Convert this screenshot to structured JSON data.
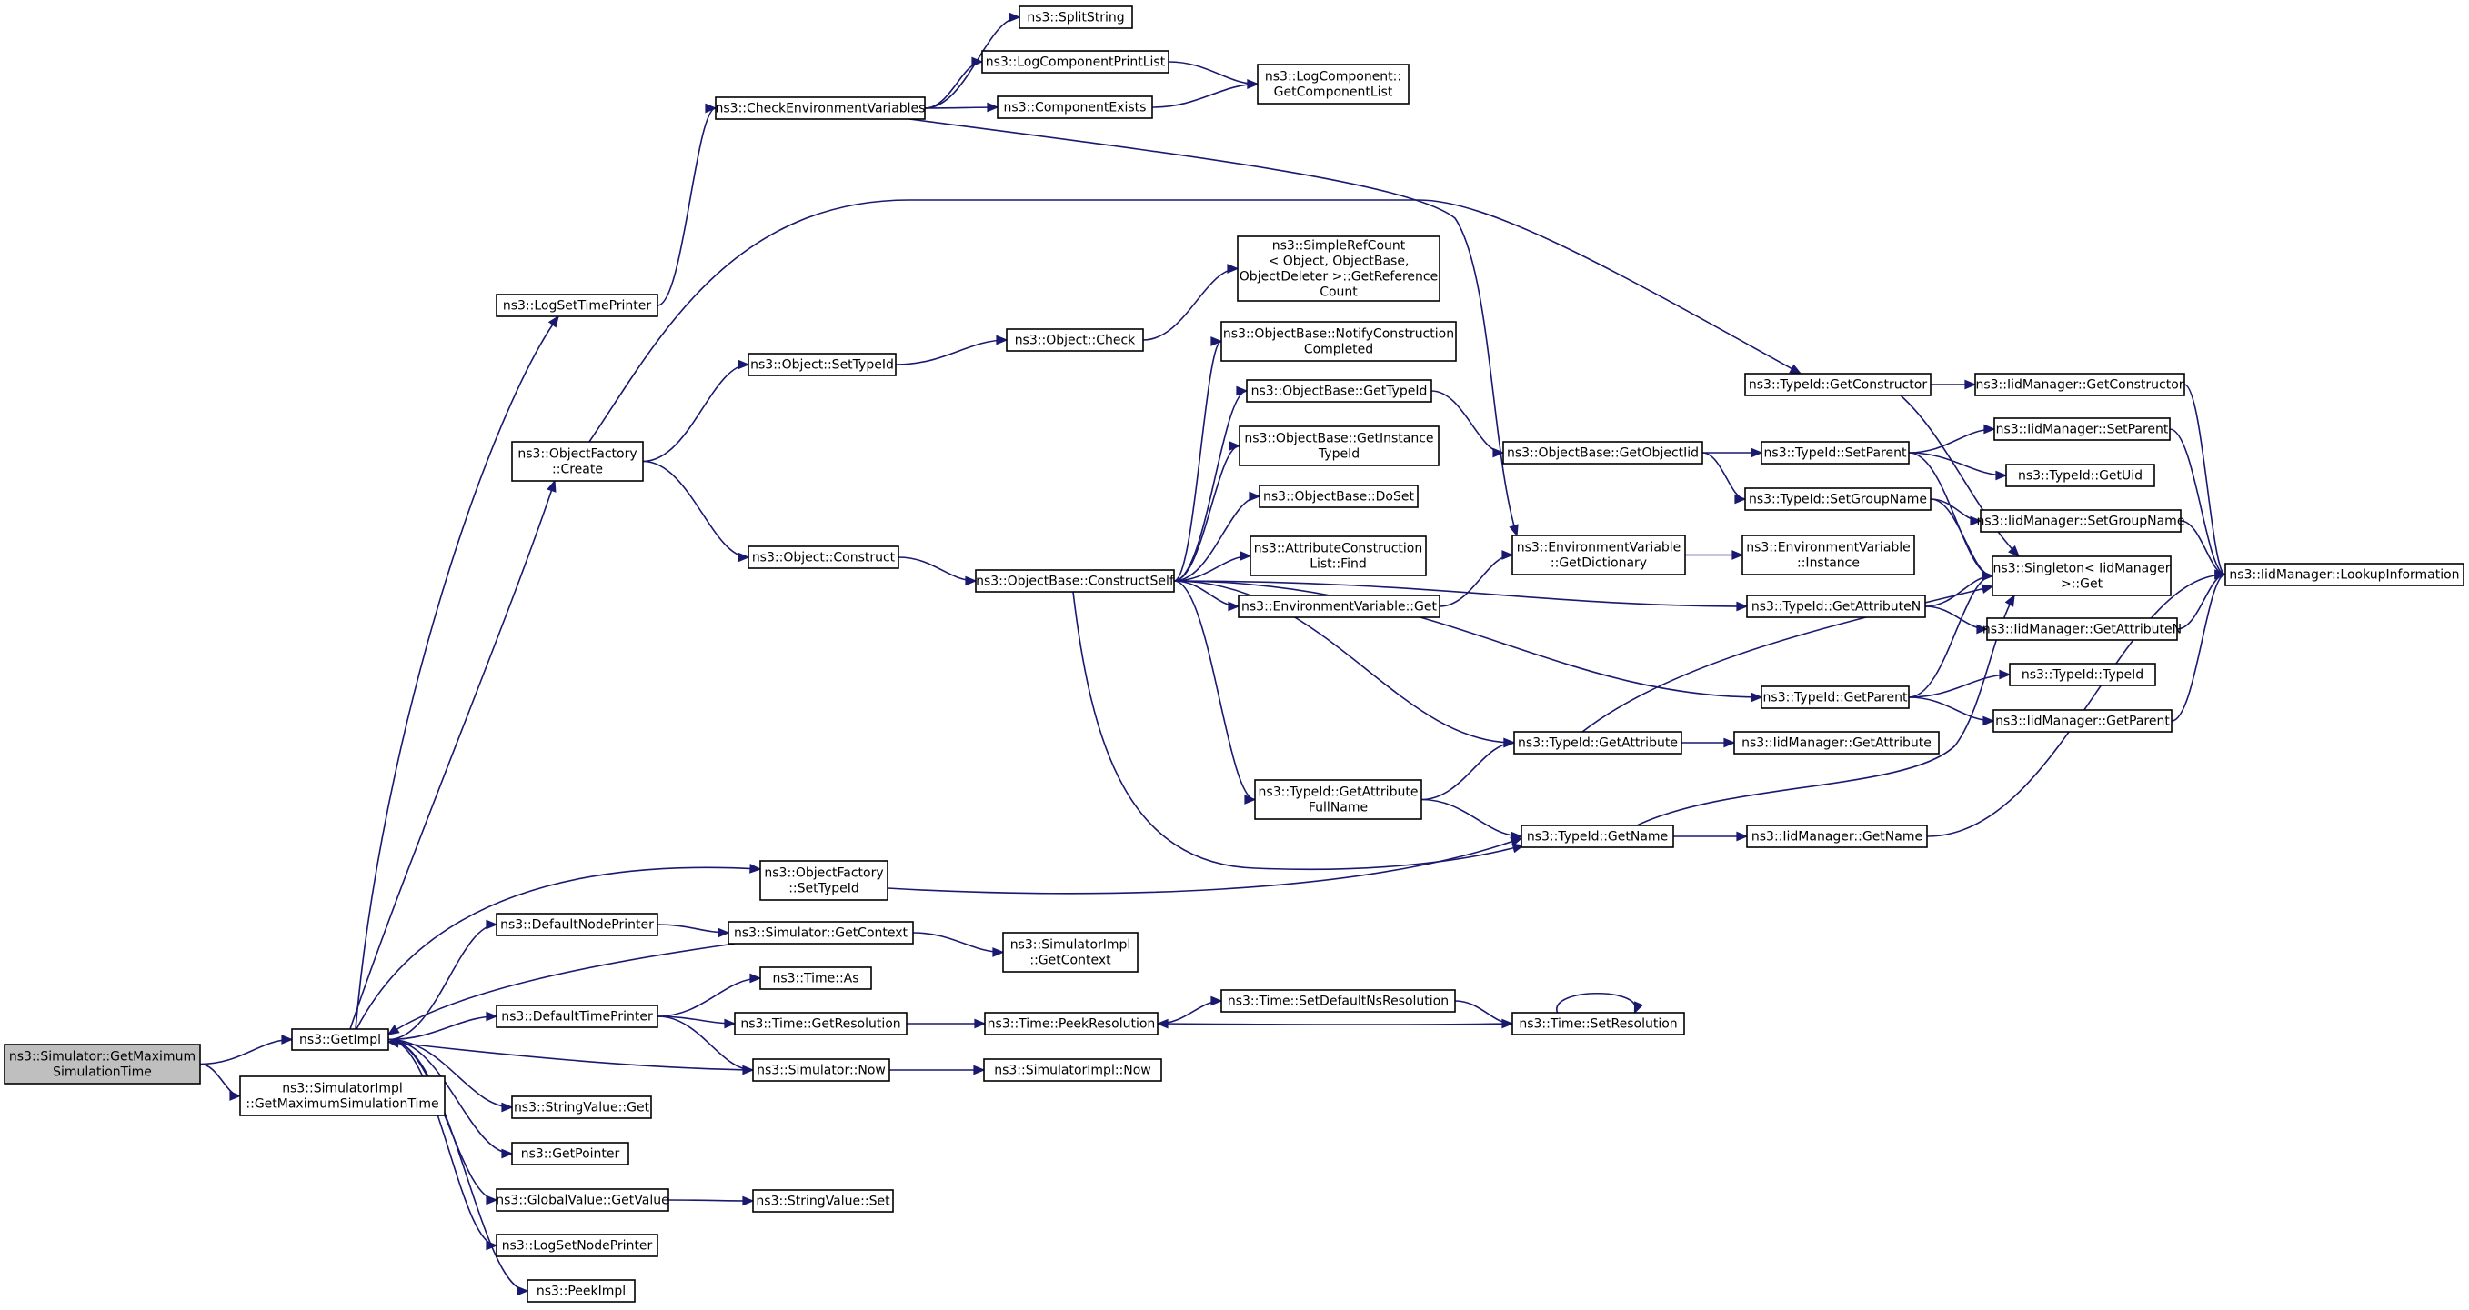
{
  "diagram": {
    "nodes": [
      {
        "id": "root",
        "lines": [
          "ns3::Simulator::GetMaximum",
          "SimulationTime"
        ],
        "root": true
      },
      {
        "id": "GetImpl",
        "lines": [
          "ns3::GetImpl"
        ]
      },
      {
        "id": "SimImplGetMax",
        "lines": [
          "ns3::SimulatorImpl",
          "::GetMaximumSimulationTime"
        ]
      },
      {
        "id": "LogSetTimePrinter",
        "lines": [
          "ns3::LogSetTimePrinter"
        ]
      },
      {
        "id": "ObjectFactoryCreate",
        "lines": [
          "ns3::ObjectFactory",
          "::Create"
        ]
      },
      {
        "id": "DefaultNodePrinter",
        "lines": [
          "ns3::DefaultNodePrinter"
        ]
      },
      {
        "id": "DefaultTimePrinter",
        "lines": [
          "ns3::DefaultTimePrinter"
        ]
      },
      {
        "id": "StringValueGet",
        "lines": [
          "ns3::StringValue::Get"
        ]
      },
      {
        "id": "GetPointer",
        "lines": [
          "ns3::GetPointer"
        ]
      },
      {
        "id": "GlobalValueGetValue",
        "lines": [
          "ns3::GlobalValue::GetValue"
        ]
      },
      {
        "id": "LogSetNodePrinter",
        "lines": [
          "ns3::LogSetNodePrinter"
        ]
      },
      {
        "id": "PeekImpl",
        "lines": [
          "ns3::PeekImpl"
        ]
      },
      {
        "id": "CheckEnv",
        "lines": [
          "ns3::CheckEnvironmentVariables"
        ]
      },
      {
        "id": "ObjectSetTypeId",
        "lines": [
          "ns3::Object::SetTypeId"
        ]
      },
      {
        "id": "ObjectConstruct",
        "lines": [
          "ns3::Object::Construct"
        ]
      },
      {
        "id": "ObjectFactorySetTypeId",
        "lines": [
          "ns3::ObjectFactory",
          "::SetTypeId"
        ]
      },
      {
        "id": "SimulatorGetContext",
        "lines": [
          "ns3::Simulator::GetContext"
        ]
      },
      {
        "id": "TimeAs",
        "lines": [
          "ns3::Time::As"
        ]
      },
      {
        "id": "TimeGetResolution",
        "lines": [
          "ns3::Time::GetResolution"
        ]
      },
      {
        "id": "SimulatorNow",
        "lines": [
          "ns3::Simulator::Now"
        ]
      },
      {
        "id": "StringValueSet",
        "lines": [
          "ns3::StringValue::Set"
        ]
      },
      {
        "id": "SplitString",
        "lines": [
          "ns3::SplitString"
        ]
      },
      {
        "id": "LogComponentPrintList",
        "lines": [
          "ns3::LogComponentPrintList"
        ]
      },
      {
        "id": "ComponentExists",
        "lines": [
          "ns3::ComponentExists"
        ]
      },
      {
        "id": "LogComponentGetList",
        "lines": [
          "ns3::LogComponent::",
          "GetComponentList"
        ]
      },
      {
        "id": "ObjectCheck",
        "lines": [
          "ns3::Object::Check"
        ]
      },
      {
        "id": "ConstructSelf",
        "lines": [
          "ns3::ObjectBase::ConstructSelf"
        ]
      },
      {
        "id": "SimpleRefCount",
        "lines": [
          "ns3::SimpleRefCount",
          "< Object, ObjectBase,",
          "ObjectDeleter >::GetReference",
          "Count"
        ]
      },
      {
        "id": "NotifyConstruction",
        "lines": [
          "ns3::ObjectBase::NotifyConstruction",
          "Completed"
        ]
      },
      {
        "id": "ObjectBaseGetTypeId",
        "lines": [
          "ns3::ObjectBase::GetTypeId"
        ]
      },
      {
        "id": "ObjectBaseGetInstanceTypeId",
        "lines": [
          "ns3::ObjectBase::GetInstance",
          "TypeId"
        ]
      },
      {
        "id": "ObjectBaseDoSet",
        "lines": [
          "ns3::ObjectBase::DoSet"
        ]
      },
      {
        "id": "AttrConstructionFind",
        "lines": [
          "ns3::AttributeConstruction",
          "List::Find"
        ]
      },
      {
        "id": "EnvVarGet",
        "lines": [
          "ns3::EnvironmentVariable::Get"
        ]
      },
      {
        "id": "TypeIdGetAttributeFullName",
        "lines": [
          "ns3::TypeId::GetAttribute",
          "FullName"
        ]
      },
      {
        "id": "SimulatorImplGetContext",
        "lines": [
          "ns3::SimulatorImpl",
          "::GetContext"
        ]
      },
      {
        "id": "TimePeekResolution",
        "lines": [
          "ns3::Time::PeekResolution"
        ]
      },
      {
        "id": "SimulatorImplNow",
        "lines": [
          "ns3::SimulatorImpl::Now"
        ]
      },
      {
        "id": "TimeSetDefaultNsResolution",
        "lines": [
          "ns3::Time::SetDefaultNsResolution"
        ]
      },
      {
        "id": "ObjectBaseGetObjectIid",
        "lines": [
          "ns3::ObjectBase::GetObjectIid"
        ]
      },
      {
        "id": "EnvVarGetDictionary",
        "lines": [
          "ns3::EnvironmentVariable",
          "::GetDictionary"
        ]
      },
      {
        "id": "TypeIdGetAttribute",
        "lines": [
          "ns3::TypeId::GetAttribute"
        ]
      },
      {
        "id": "TypeIdGetName",
        "lines": [
          "ns3::TypeId::GetName"
        ]
      },
      {
        "id": "TimeSetResolution",
        "lines": [
          "ns3::Time::SetResolution"
        ]
      },
      {
        "id": "TypeIdGetConstructor",
        "lines": [
          "ns3::TypeId::GetConstructor"
        ]
      },
      {
        "id": "TypeIdSetParent",
        "lines": [
          "ns3::TypeId::SetParent"
        ]
      },
      {
        "id": "TypeIdSetGroupName",
        "lines": [
          "ns3::TypeId::SetGroupName"
        ]
      },
      {
        "id": "EnvVarInstance",
        "lines": [
          "ns3::EnvironmentVariable",
          "::Instance"
        ]
      },
      {
        "id": "TypeIdGetAttributeN",
        "lines": [
          "ns3::TypeId::GetAttributeN"
        ]
      },
      {
        "id": "TypeIdGetParent",
        "lines": [
          "ns3::TypeId::GetParent"
        ]
      },
      {
        "id": "IidGetAttribute",
        "lines": [
          "ns3::IidManager::GetAttribute"
        ]
      },
      {
        "id": "IidGetName",
        "lines": [
          "ns3::IidManager::GetName"
        ]
      },
      {
        "id": "IidGetConstructor",
        "lines": [
          "ns3::IidManager::GetConstructor"
        ]
      },
      {
        "id": "IidSetParent",
        "lines": [
          "ns3::IidManager::SetParent"
        ]
      },
      {
        "id": "TypeIdGetUid",
        "lines": [
          "ns3::TypeId::GetUid"
        ]
      },
      {
        "id": "IidSetGroupName",
        "lines": [
          "ns3::IidManager::SetGroupName"
        ]
      },
      {
        "id": "SingletonGet",
        "lines": [
          "ns3::Singleton< IidManager",
          ">::Get"
        ]
      },
      {
        "id": "IidGetAttributeN",
        "lines": [
          "ns3::IidManager::GetAttributeN"
        ]
      },
      {
        "id": "TypeIdTypeId",
        "lines": [
          "ns3::TypeId::TypeId"
        ]
      },
      {
        "id": "IidGetParent",
        "lines": [
          "ns3::IidManager::GetParent"
        ]
      },
      {
        "id": "IidLookupInformation",
        "lines": [
          "ns3::IidManager::LookupInformation"
        ]
      }
    ],
    "edges": [
      [
        "root",
        "GetImpl"
      ],
      [
        "root",
        "SimImplGetMax"
      ],
      [
        "GetImpl",
        "LogSetTimePrinter"
      ],
      [
        "GetImpl",
        "ObjectFactoryCreate"
      ],
      [
        "GetImpl",
        "DefaultNodePrinter"
      ],
      [
        "GetImpl",
        "DefaultTimePrinter"
      ],
      [
        "GetImpl",
        "StringValueGet"
      ],
      [
        "GetImpl",
        "GetPointer"
      ],
      [
        "GetImpl",
        "GlobalValueGetValue"
      ],
      [
        "GetImpl",
        "LogSetNodePrinter"
      ],
      [
        "GetImpl",
        "PeekImpl"
      ],
      [
        "GetImpl",
        "ObjectFactorySetTypeId"
      ],
      [
        "LogSetTimePrinter",
        "CheckEnv"
      ],
      [
        "ObjectFactoryCreate",
        "ObjectSetTypeId"
      ],
      [
        "ObjectFactoryCreate",
        "ObjectConstruct"
      ],
      [
        "ObjectFactoryCreate",
        "TypeIdGetConstructor"
      ],
      [
        "DefaultNodePrinter",
        "SimulatorGetContext"
      ],
      [
        "DefaultTimePrinter",
        "TimeAs"
      ],
      [
        "DefaultTimePrinter",
        "TimeGetResolution"
      ],
      [
        "DefaultTimePrinter",
        "SimulatorNow"
      ],
      [
        "SimulatorGetContext",
        "GetImpl"
      ],
      [
        "SimulatorGetContext",
        "SimulatorImplGetContext"
      ],
      [
        "SimulatorNow",
        "GetImpl"
      ],
      [
        "SimulatorNow",
        "SimulatorImplNow"
      ],
      [
        "GlobalValueGetValue",
        "StringValueSet"
      ],
      [
        "ObjectFactorySetTypeId",
        "TypeIdGetName"
      ],
      [
        "CheckEnv",
        "SplitString"
      ],
      [
        "CheckEnv",
        "LogComponentPrintList"
      ],
      [
        "CheckEnv",
        "ComponentExists"
      ],
      [
        "CheckEnv",
        "EnvVarGetDictionary"
      ],
      [
        "LogComponentPrintList",
        "LogComponentGetList"
      ],
      [
        "ComponentExists",
        "LogComponentGetList"
      ],
      [
        "ObjectSetTypeId",
        "ObjectCheck"
      ],
      [
        "ObjectCheck",
        "SimpleRefCount"
      ],
      [
        "ObjectConstruct",
        "ConstructSelf"
      ],
      [
        "ConstructSelf",
        "NotifyConstruction"
      ],
      [
        "ConstructSelf",
        "ObjectBaseGetTypeId"
      ],
      [
        "ConstructSelf",
        "ObjectBaseGetInstanceTypeId"
      ],
      [
        "ConstructSelf",
        "ObjectBaseDoSet"
      ],
      [
        "ConstructSelf",
        "AttrConstructionFind"
      ],
      [
        "ConstructSelf",
        "EnvVarGet"
      ],
      [
        "ConstructSelf",
        "TypeIdGetAttributeN"
      ],
      [
        "ConstructSelf",
        "TypeIdGetParent"
      ],
      [
        "ConstructSelf",
        "TypeIdGetAttribute"
      ],
      [
        "ConstructSelf",
        "TypeIdGetAttributeFullName"
      ],
      [
        "ConstructSelf",
        "TypeIdGetName"
      ],
      [
        "ObjectBaseGetTypeId",
        "ObjectBaseGetObjectIid"
      ],
      [
        "ObjectBaseGetObjectIid",
        "TypeIdSetParent"
      ],
      [
        "ObjectBaseGetObjectIid",
        "TypeIdSetGroupName"
      ],
      [
        "EnvVarGet",
        "EnvVarGetDictionary"
      ],
      [
        "EnvVarGetDictionary",
        "EnvVarInstance"
      ],
      [
        "TypeIdGetAttributeFullName",
        "TypeIdGetAttribute"
      ],
      [
        "TypeIdGetAttributeFullName",
        "TypeIdGetName"
      ],
      [
        "TypeIdGetAttribute",
        "IidGetAttribute"
      ],
      [
        "TypeIdGetAttribute",
        "SingletonGet"
      ],
      [
        "TypeIdGetName",
        "IidGetName"
      ],
      [
        "TypeIdGetName",
        "SingletonGet"
      ],
      [
        "TimeGetResolution",
        "TimePeekResolution"
      ],
      [
        "TimePeekResolution",
        "TimeSetDefaultNsResolution"
      ],
      [
        "TimeSetDefaultNsResolution",
        "TimeSetResolution"
      ],
      [
        "TimeSetResolution",
        "TimePeekResolution"
      ],
      [
        "TimeSetResolution",
        "TimeSetResolution"
      ],
      [
        "TypeIdGetConstructor",
        "IidGetConstructor"
      ],
      [
        "TypeIdGetConstructor",
        "SingletonGet"
      ],
      [
        "TypeIdSetParent",
        "IidSetParent"
      ],
      [
        "TypeIdSetParent",
        "TypeIdGetUid"
      ],
      [
        "TypeIdSetParent",
        "SingletonGet"
      ],
      [
        "TypeIdSetGroupName",
        "IidSetGroupName"
      ],
      [
        "TypeIdSetGroupName",
        "SingletonGet"
      ],
      [
        "TypeIdGetAttributeN",
        "SingletonGet"
      ],
      [
        "TypeIdGetAttributeN",
        "IidGetAttributeN"
      ],
      [
        "TypeIdGetParent",
        "SingletonGet"
      ],
      [
        "TypeIdGetParent",
        "TypeIdTypeId"
      ],
      [
        "TypeIdGetParent",
        "IidGetParent"
      ],
      [
        "IidGetConstructor",
        "IidLookupInformation"
      ],
      [
        "IidSetParent",
        "IidLookupInformation"
      ],
      [
        "IidSetGroupName",
        "IidLookupInformation"
      ],
      [
        "IidGetAttributeN",
        "IidLookupInformation"
      ],
      [
        "IidGetParent",
        "IidLookupInformation"
      ],
      [
        "IidGetName",
        "IidLookupInformation"
      ]
    ]
  }
}
